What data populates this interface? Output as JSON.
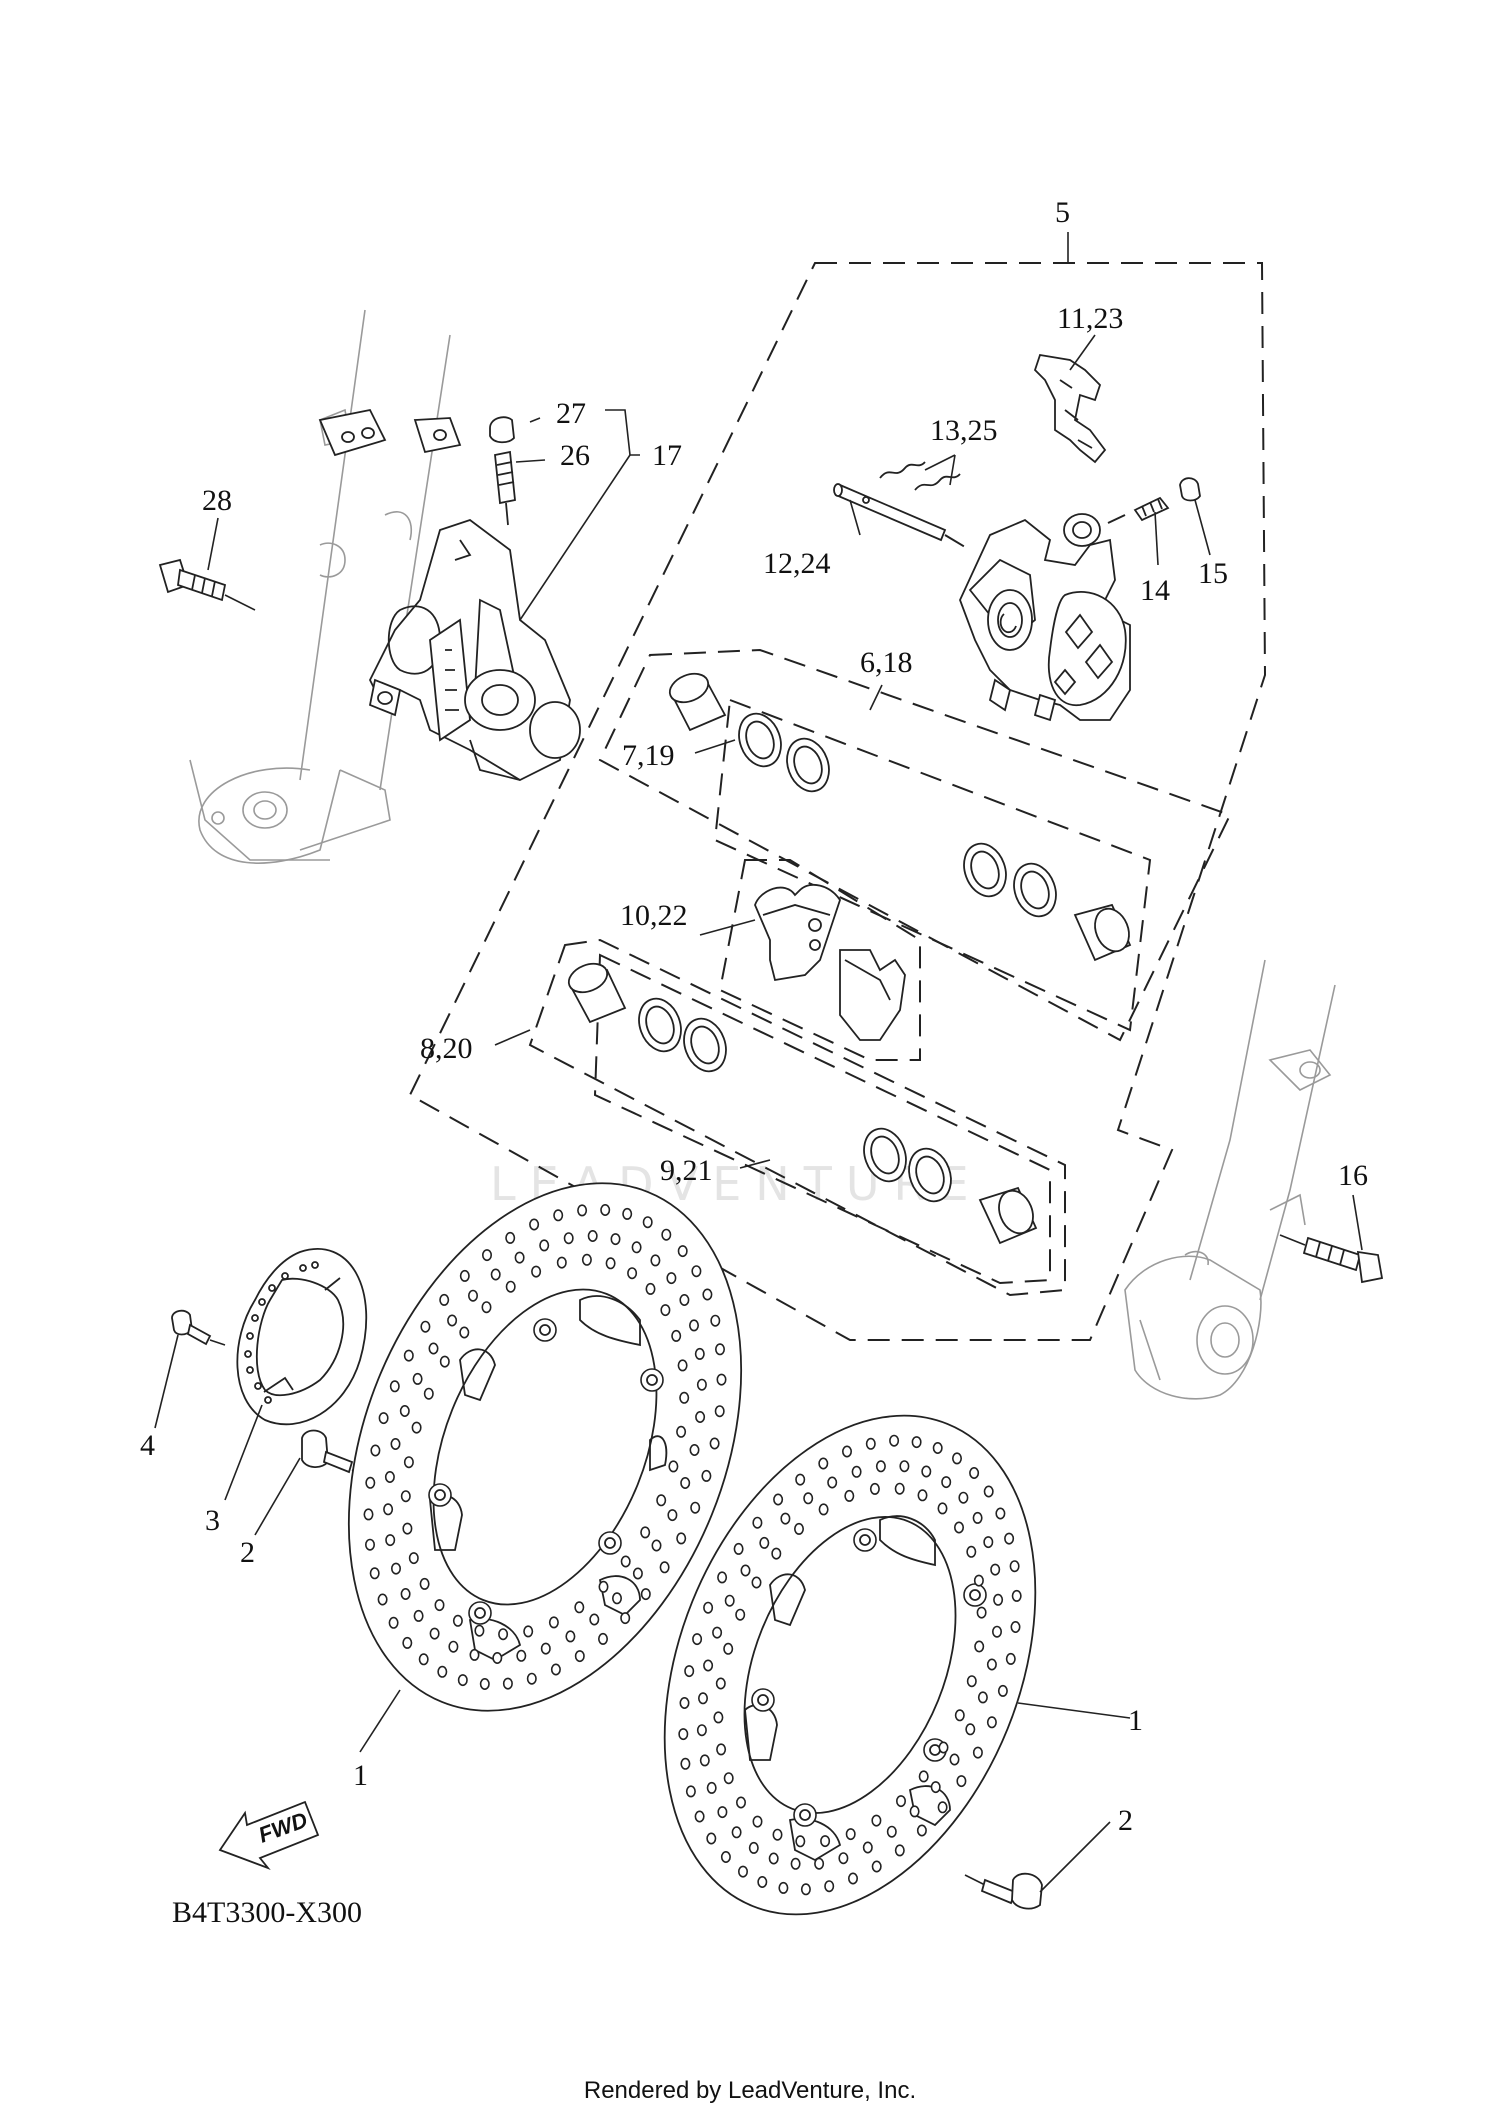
{
  "diagram": {
    "diagram_code": "B4T3300-X300",
    "credit": "Rendered by LeadVenture, Inc.",
    "watermark": "LEADVENTURE",
    "fwd_label": "FWD",
    "callouts": {
      "c1a": "1",
      "c1b": "1",
      "c2a": "2",
      "c2b": "2",
      "c3": "3",
      "c4": "4",
      "c5": "5",
      "c6_18": "6,18",
      "c7_19": "7,19",
      "c8_20": "8,20",
      "c9_21": "9,21",
      "c10_22": "10,22",
      "c11_23": "11,23",
      "c12_24": "12,24",
      "c13_25": "13,25",
      "c14": "14",
      "c15": "15",
      "c16": "16",
      "c17": "17",
      "c26": "26",
      "c27": "27",
      "c28": "28"
    }
  }
}
